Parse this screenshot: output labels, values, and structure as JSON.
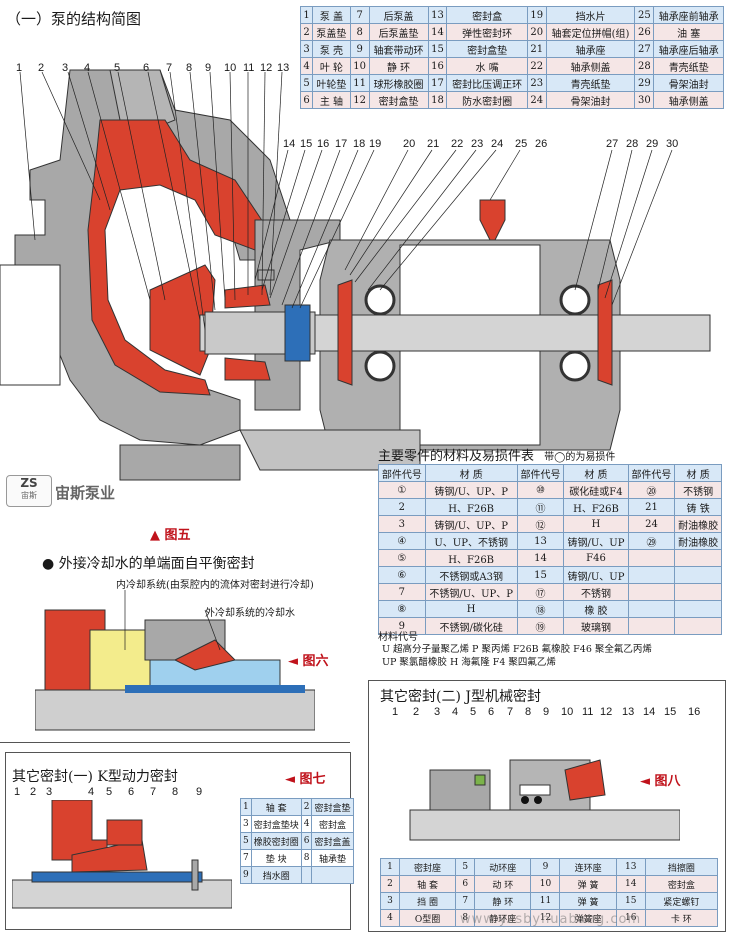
{
  "section1_title": "（一）泵的结构简图",
  "top_parts_table": {
    "rows": [
      [
        "1",
        "泵 盖",
        "7",
        "后泵盖",
        "13",
        "密封盒",
        "19",
        "挡水片",
        "25",
        "轴承座前轴承"
      ],
      [
        "2",
        "泵盖垫",
        "8",
        "后泵盖垫",
        "14",
        "弹性密封环",
        "20",
        "轴套定位拼帽(组)",
        "26",
        "油 塞"
      ],
      [
        "3",
        "泵 壳",
        "9",
        "轴套带动环",
        "15",
        "密封盒垫",
        "21",
        "轴承座",
        "27",
        "轴承座后轴承"
      ],
      [
        "4",
        "叶 轮",
        "10",
        "静 环",
        "16",
        "水 嘴",
        "22",
        "轴承侧盖",
        "28",
        "青壳纸垫"
      ],
      [
        "5",
        "叶轮垫",
        "11",
        "球形橡胶圈",
        "17",
        "密封比压调正环",
        "23",
        "青壳纸垫",
        "29",
        "骨架油封"
      ],
      [
        "6",
        "主 轴",
        "12",
        "密封盒垫",
        "18",
        "防水密封圈",
        "24",
        "骨架油封",
        "30",
        "轴承侧盖"
      ]
    ]
  },
  "fig1_numbers_top": [
    "1",
    "2",
    "3",
    "4",
    "5",
    "6",
    "7",
    "8",
    "9",
    "10",
    "11",
    "12",
    "13"
  ],
  "fig1_numbers_mid": [
    "14",
    "15",
    "16",
    "17",
    "18",
    "19",
    "20",
    "21",
    "22",
    "23",
    "24",
    "25",
    "26",
    "27",
    "28",
    "29",
    "30"
  ],
  "brand": {
    "logo_text": "ZS",
    "logo_sub": "宙斯",
    "name": "宙斯泵业"
  },
  "fig5_label": "▲ 图五",
  "materials_table": {
    "title": "主要零件的材料及易损件表",
    "note": "带◯的为易损件",
    "headers": [
      "部件代号",
      "材 质",
      "部件代号",
      "材 质",
      "部件代号",
      "材 质"
    ],
    "rows": [
      [
        "①",
        "铸钢/U、UP、P",
        "⑩",
        "碳化硅或F4",
        "⑳",
        "不锈钢"
      ],
      [
        "2",
        "H、F26B",
        "⑪",
        "H、F26B",
        "21",
        "铸 铁"
      ],
      [
        "3",
        "铸钢/U、UP、P",
        "⑫",
        "H",
        "24",
        "耐油橡胶"
      ],
      [
        "④",
        "U、UP、不锈钢",
        "13",
        "铸钢/U、UP",
        "㉙",
        "耐油橡胶"
      ],
      [
        "⑤",
        "H、F26B",
        "14",
        "F46",
        "",
        ""
      ],
      [
        "⑥",
        "不锈钢或A3钢",
        "15",
        "铸钢/U、UP",
        "",
        ""
      ],
      [
        "7",
        "不锈钢/U、UP、P",
        "⑰",
        "不锈钢",
        "",
        ""
      ],
      [
        "⑧",
        "H",
        "⑱",
        "橡 胶",
        "",
        ""
      ],
      [
        "9",
        "不锈钢/碳化硅",
        "⑲",
        "玻璃钢",
        "",
        ""
      ]
    ],
    "codes_title": "材料代号",
    "codes": [
      "U  超高分子量聚乙烯   P  聚丙烯   F26B 氟橡胶   F46 聚全氟乙丙烯",
      "UP 聚氯醋橡胶        H  海氟隆   F4  聚四氟乙烯"
    ]
  },
  "fig6": {
    "title": "● 外接冷却水的单端面自平衡密封",
    "inner_label": "内冷却系统(由泵腔内的流体对密封进行冷却)",
    "outer_label": "外冷却系统的冷却水",
    "fig_label": "◄ 图六"
  },
  "fig7": {
    "title": "其它密封(一)  K型动力密封",
    "fig_label": "◄ 图七",
    "numbers": [
      "1",
      "2",
      "3",
      "4",
      "5",
      "6",
      "7",
      "8",
      "9"
    ],
    "legend": [
      [
        "1",
        "轴 套",
        "2",
        "密封盒垫"
      ],
      [
        "3",
        "密封盒垫块",
        "4",
        "密封盒"
      ],
      [
        "5",
        "橡胶密封圈",
        "6",
        "密封盒盖"
      ],
      [
        "7",
        "垫 块",
        "8",
        "轴承垫"
      ],
      [
        "9",
        "挡水圈",
        "",
        ""
      ]
    ]
  },
  "fig8": {
    "title": "其它密封(二)  J型机械密封",
    "fig_label": "◄ 图八",
    "numbers": [
      "1",
      "2",
      "3",
      "4",
      "5",
      "6",
      "7",
      "8",
      "9",
      "10",
      "11",
      "12",
      "13",
      "14",
      "15",
      "16"
    ],
    "legend": [
      [
        "1",
        "密封座",
        "5",
        "动环座",
        "9",
        "连环座",
        "13",
        "挡擦圈"
      ],
      [
        "2",
        "轴 套",
        "6",
        "动 环",
        "10",
        "弹 簧",
        "14",
        "密封盒"
      ],
      [
        "3",
        "挡 圈",
        "7",
        "静 环",
        "11",
        "弹 簧",
        "15",
        "紧定螺钉"
      ],
      [
        "4",
        "O型圈",
        "8",
        "静环座",
        "12",
        "弹簧座",
        "16",
        "卡 环"
      ]
    ]
  },
  "watermark": "www.yzsbyhuabang.com",
  "colors": {
    "accent_red": "#d9422e",
    "casing_gray": "#a8a8a8",
    "table_blue": "#d8e8f7",
    "table_pink": "#f5e6e6",
    "shaft_blue": "#2d6fb8"
  }
}
